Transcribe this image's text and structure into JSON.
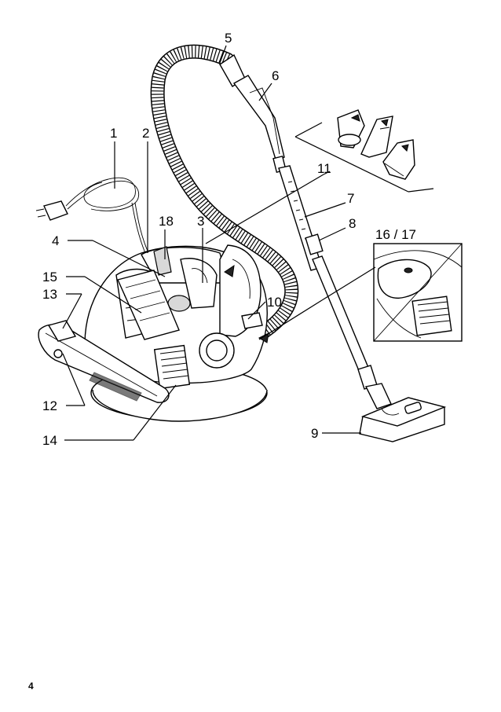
{
  "callouts": {
    "c1": "1",
    "c2": "2",
    "c3": "3",
    "c4": "4",
    "c5": "5",
    "c6": "6",
    "c7": "7",
    "c8": "8",
    "c9": "9",
    "c10": "10",
    "c11": "11",
    "c12": "12",
    "c13": "13",
    "c14": "14",
    "c15": "15",
    "c16_17": "16 / 17",
    "c18": "18"
  },
  "page_number": "4"
}
